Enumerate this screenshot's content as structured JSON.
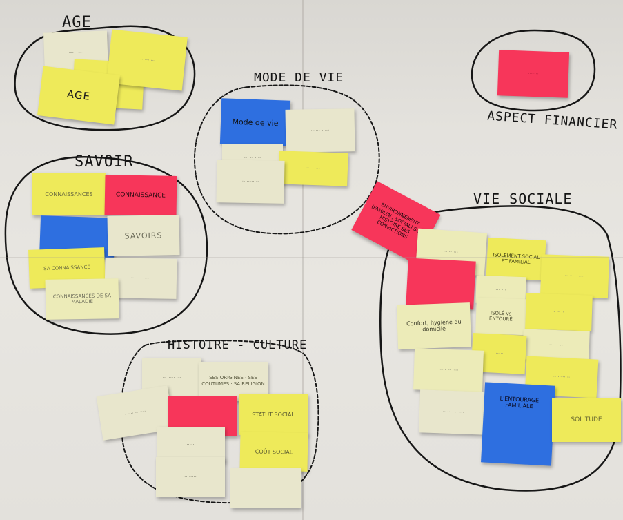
{
  "groups": {
    "age": "AGE",
    "mode_de_vie": "MODE DE VIE",
    "aspect_financier": "ASPECT FINANCIER",
    "savoir": "SAVOIR",
    "vie_sociale": "VIE SOCIALE",
    "histoire_culture": "HISTOIRE - CULTURE"
  },
  "notes": {
    "age": "AGE",
    "mode_de_vie": "Mode de vie",
    "connaissance": "CONNAISSANCE",
    "connaissances": "CONNAISSANCES",
    "savoirs": "SAVOIRS",
    "sa_connaissance": "SA CONNAISSANCE",
    "connaissances_de_sa_maladie": "CONNAISSANCES DE SA MALADIE",
    "environnement": "ENVIRONNEMENT (FAMILIAL, SOCIAL) SON HISTOIRE SES CONVICTIONS",
    "isolement": "ISOLEMENT SOCIAL ET FAMILIAL",
    "isole_vs_entoure": "ISOLÉ vs ENTOURÉ",
    "confort_hygiene": "Confort, hygiène du domicile",
    "entourage_familiale": "L'ENTOURAGE FAMILIALE",
    "solitude": "SOLITUDE",
    "ses_origines": "SES ORIGINES · SES COUTUMES · SA RELIGION",
    "statut_social": "STATUT SOCIAL",
    "cout_social": "COÛT SOCIAL"
  },
  "colors": {
    "yellow": "#eeea5a",
    "pink": "#f7365a",
    "blue": "#2e6fe0",
    "cream": "#e8e6cc"
  }
}
